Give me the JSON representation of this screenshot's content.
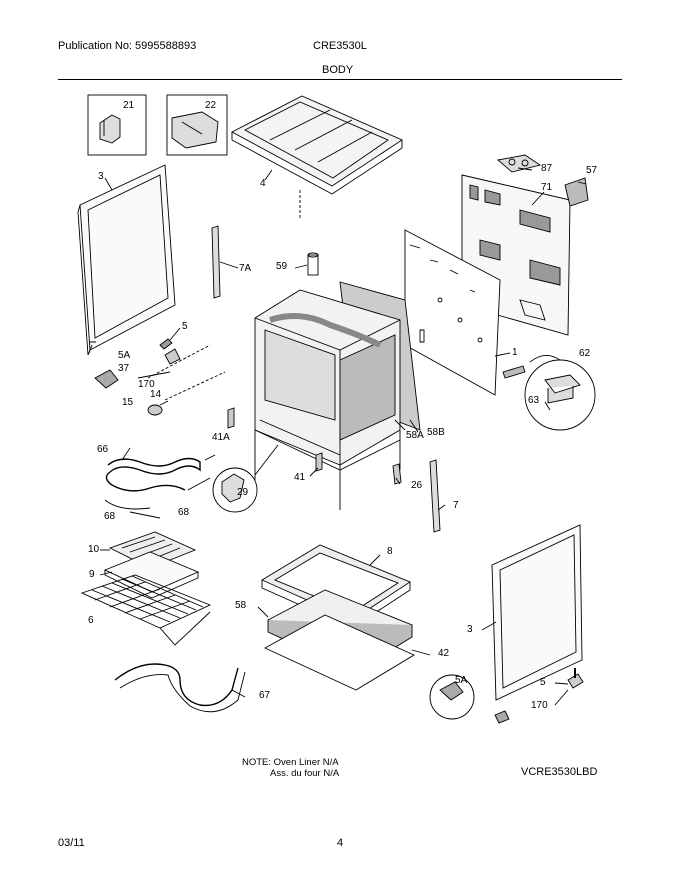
{
  "header": {
    "publication": "Publication No: 5995588893",
    "model": "CRE3530L",
    "section": "BODY"
  },
  "callouts": {
    "c21": "21",
    "c22": "22",
    "c4": "4",
    "c3": "3",
    "c87": "87",
    "c57": "57",
    "c71": "71",
    "c7A": "7A",
    "c59": "59",
    "c5": "5",
    "c5A": "5A",
    "c37": "37",
    "c170": "170",
    "c14": "14",
    "c15": "15",
    "c41A": "41A",
    "c1": "1",
    "c62": "62",
    "c63": "63",
    "c58A": "58A",
    "c58B": "58B",
    "c66": "66",
    "c41": "41",
    "c26": "26",
    "c7": "7",
    "c29": "29",
    "c68a": "68",
    "c68b": "68",
    "c10": "10",
    "c9": "9",
    "c6": "6",
    "c8": "8",
    "c58": "58",
    "c42": "42",
    "c67": "67",
    "c3b": "3",
    "c5Ab": "5A",
    "c5b": "5",
    "c170b": "170"
  },
  "note": {
    "line1": "NOTE: Oven Liner N/A",
    "line2": "Ass. du four N/A"
  },
  "diagram_code": "VCRE3530LBD",
  "footer": {
    "date": "03/11",
    "page": "4"
  }
}
